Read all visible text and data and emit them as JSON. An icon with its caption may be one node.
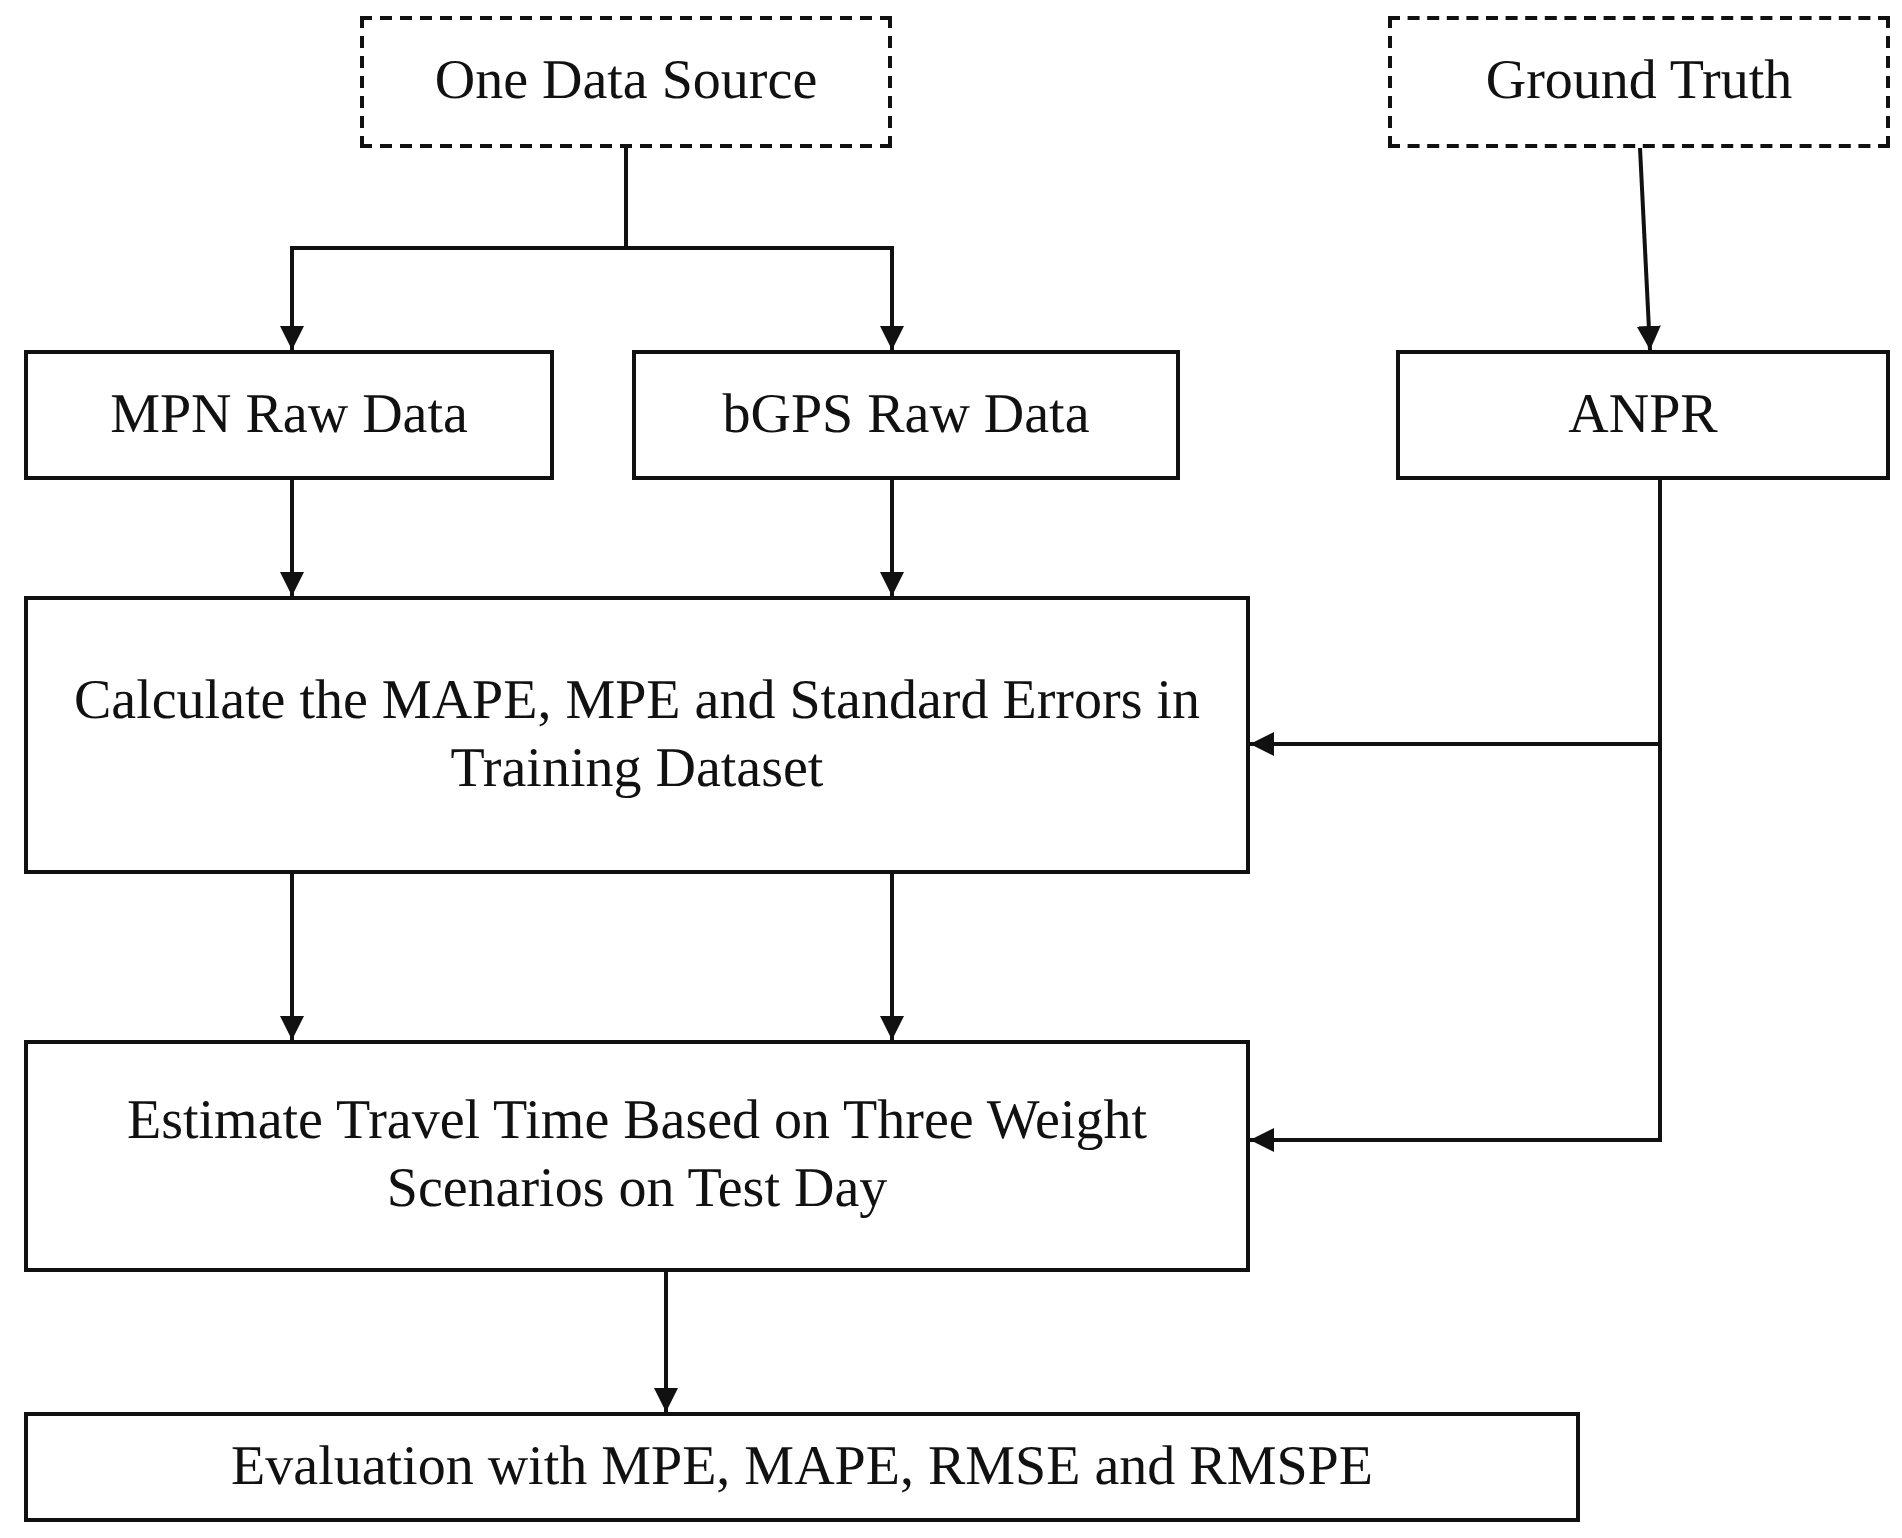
{
  "diagram": {
    "nodes": [
      {
        "text": [
          "One Data Source"
        ]
      },
      {
        "text": [
          "Ground Truth"
        ]
      },
      {
        "text": [
          "MPN Raw Data"
        ]
      },
      {
        "text": [
          "bGPS Raw Data"
        ]
      },
      {
        "text": [
          "ANPR"
        ]
      },
      {
        "text": [
          "Calculate the MAPE, MPE and Standard Errors in Training Dataset"
        ]
      },
      {
        "text": [
          "Estimate Travel Time Based on Three Weight Scenarios on Test Day"
        ]
      },
      {
        "text": [
          "Evaluation with MPE, MAPE, RMSE and RMSPE"
        ]
      }
    ],
    "edges": [
      {
        "from": 0,
        "to": 2,
        "arrow": "to"
      },
      {
        "from": 0,
        "to": 3,
        "arrow": "to"
      },
      {
        "from": 1,
        "to": 4,
        "arrow": "to"
      },
      {
        "from": 2,
        "to": 5,
        "arrow": "to"
      },
      {
        "from": 3,
        "to": 5,
        "arrow": "to"
      },
      {
        "from": 4,
        "to": 5,
        "arrow": "to"
      },
      {
        "from": 5,
        "to": 6,
        "arrow": "to"
      },
      {
        "from": 5,
        "to": 6,
        "arrow": "to"
      },
      {
        "from": 4,
        "to": 6,
        "arrow": "to"
      },
      {
        "from": 6,
        "to": 7,
        "arrow": "to"
      }
    ]
  }
}
